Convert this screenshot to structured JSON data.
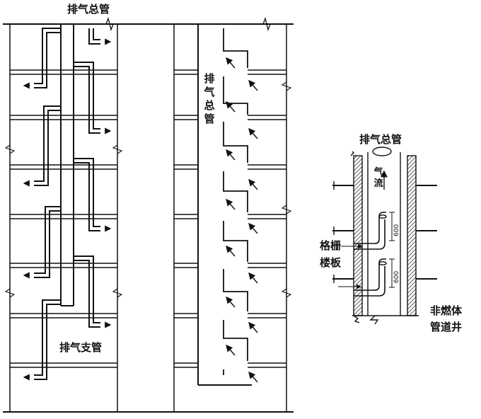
{
  "labels": {
    "top_main_pipe": "排气总管",
    "vertical_main_pipe": "排气总管",
    "branch_pipe": "排气支管",
    "detail_main_pipe": "排气总管",
    "airflow": "气流",
    "grating_floor_line1": "格栅",
    "grating_floor_line2": "楼板",
    "shaft_line1": "非燃体",
    "shaft_line2": "管道井",
    "dim_upper": "600",
    "dim_lower": "600"
  },
  "colors": {
    "ink": "#111111",
    "wall_hatch": "#333333"
  }
}
